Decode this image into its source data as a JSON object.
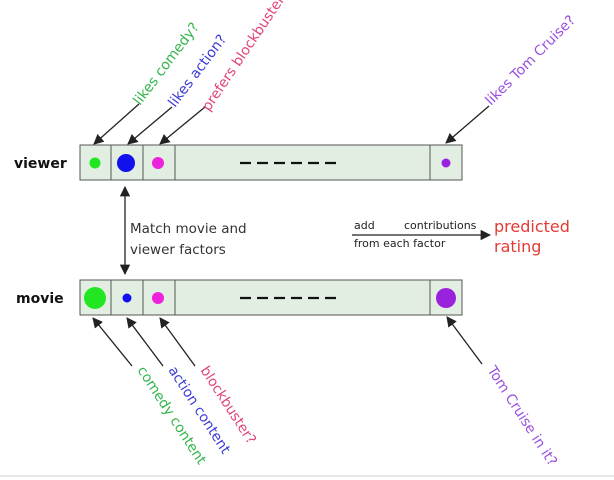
{
  "rows": {
    "viewer": {
      "label": "viewer"
    },
    "movie": {
      "label": "movie"
    }
  },
  "viewer_factors": [
    {
      "text": "likes comedy?",
      "color": "#33b54a"
    },
    {
      "text": "likes action?",
      "color": "#3b3bd6"
    },
    {
      "text": "prefers blockbusters?",
      "color": "#e0457a"
    },
    {
      "text": "likes Tom Cruise?",
      "color": "#9a4fe0"
    }
  ],
  "movie_factors": [
    {
      "text": "comedy content",
      "color": "#33b54a"
    },
    {
      "text": "action content",
      "color": "#3b3bd6"
    },
    {
      "text": "blockbuster?",
      "color": "#e0457a"
    },
    {
      "text": "Tom Cruise in it?",
      "color": "#9a4fe0"
    }
  ],
  "match_note": {
    "line1": "Match movie and",
    "line2": "viewer factors"
  },
  "sum_note": {
    "add": "add",
    "contributions": "contributions",
    "from": "from each factor"
  },
  "result": {
    "line1": "predicted",
    "line2": "rating",
    "color": "#e53935"
  },
  "colors": {
    "box_fill": "#e3eee3",
    "box_stroke": "#555555",
    "comedy": "#22e622",
    "action": "#1111ee",
    "blockbuster": "#ee22dd",
    "tom_cruise": "#9922dd",
    "arrow": "#222222",
    "background": "#ffffff",
    "footer_line": "#cccccc"
  }
}
